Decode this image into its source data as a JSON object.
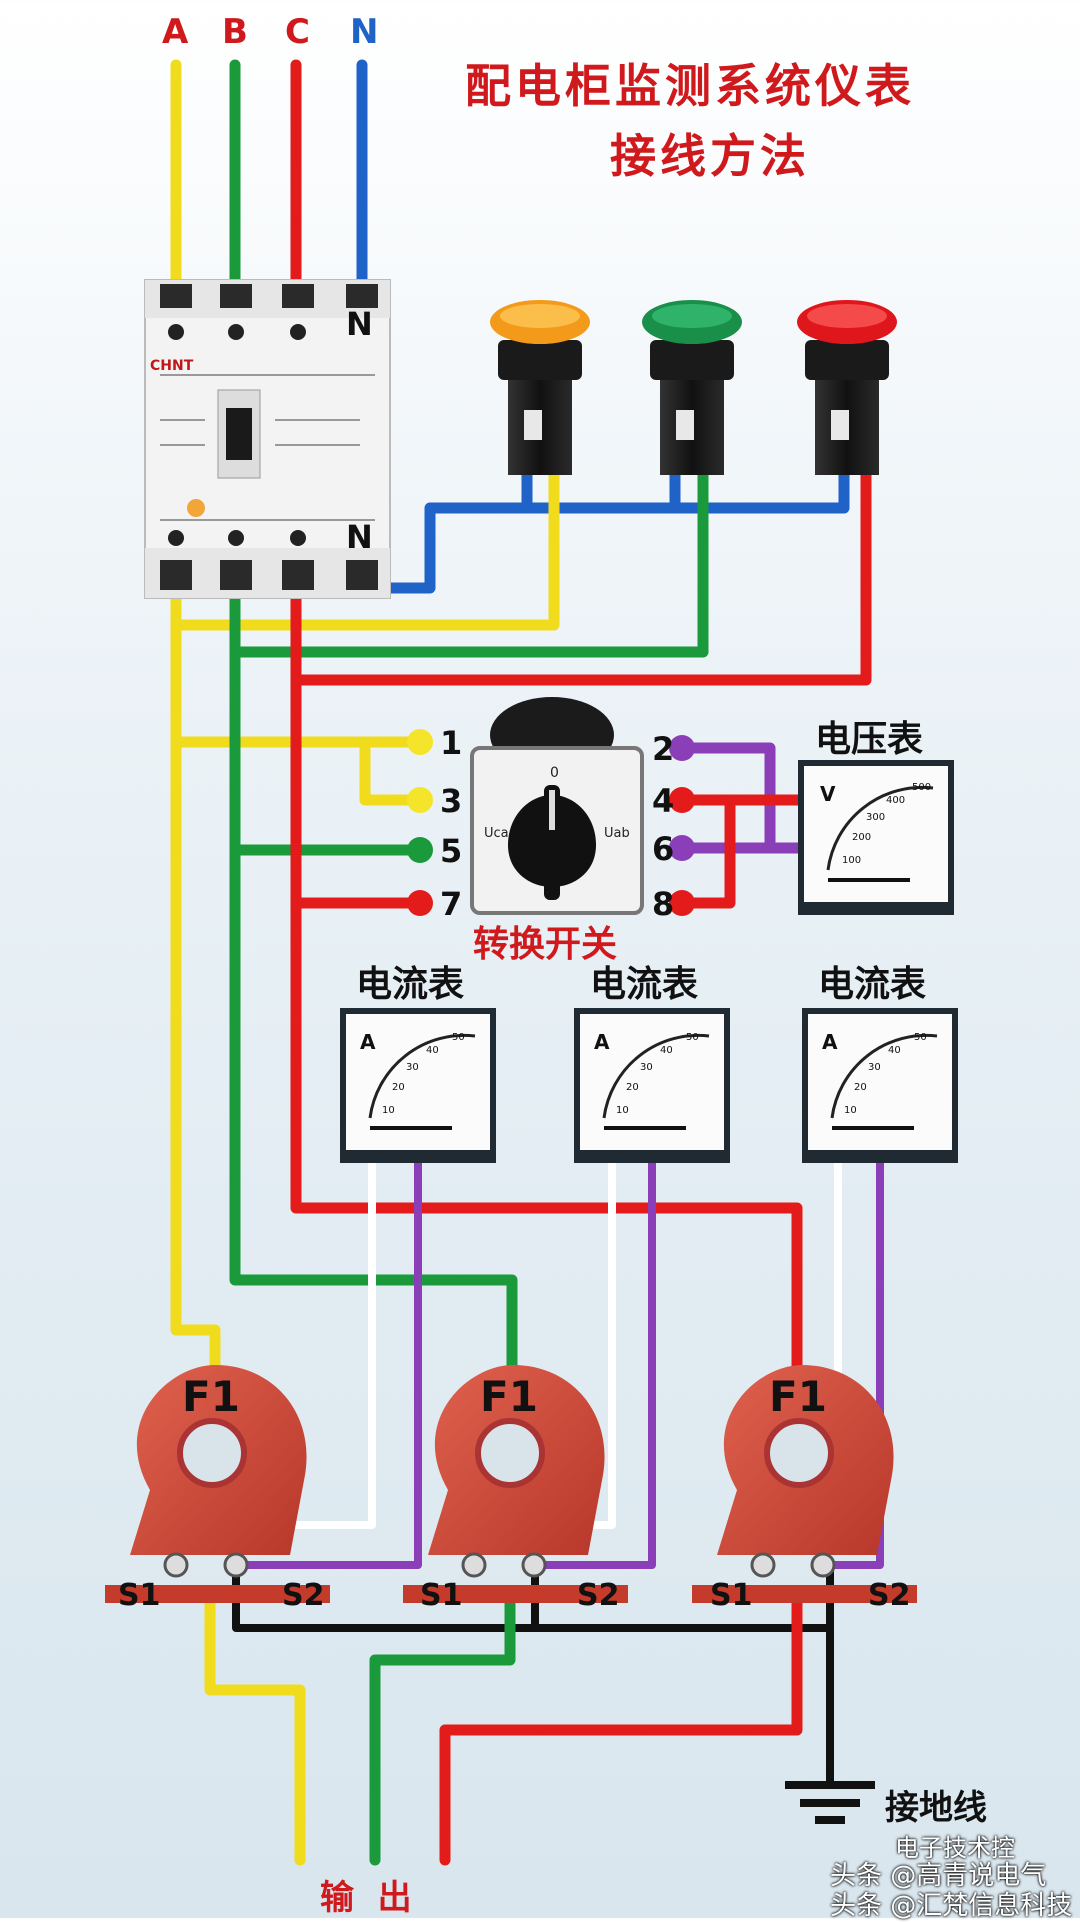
{
  "title": {
    "line1": "配电柜监测系统仪表",
    "line2": "接线方法"
  },
  "phases": [
    {
      "label": "A",
      "color": "#f5e52a"
    },
    {
      "label": "B",
      "color": "#1a9a3b"
    },
    {
      "label": "C",
      "color": "#e31b1b"
    },
    {
      "label": "N",
      "color": "#1f63c9"
    }
  ],
  "breaker": {
    "brand": "CHNT",
    "neutral_top": "N",
    "neutral_bottom": "N"
  },
  "indicator_lamps": [
    {
      "color": "#f49a1a"
    },
    {
      "color": "#1a8f4a"
    },
    {
      "color": "#e0161d"
    }
  ],
  "switch": {
    "label": "转换开关",
    "position_zero": "0",
    "left_mark": "Uca",
    "right_mark": "Uab",
    "left_terminals": [
      "1",
      "3",
      "5",
      "7"
    ],
    "right_terminals": [
      "2",
      "4",
      "6",
      "8"
    ]
  },
  "voltmeter": {
    "label": "电压表",
    "unit": "V",
    "scale": [
      "100",
      "200",
      "300",
      "400",
      "500"
    ]
  },
  "ammeters": [
    {
      "label": "电流表",
      "unit": "A",
      "scale": [
        "10",
        "20",
        "30",
        "40",
        "50"
      ]
    },
    {
      "label": "电流表",
      "unit": "A",
      "scale": [
        "10",
        "20",
        "30",
        "40",
        "50"
      ]
    },
    {
      "label": "电流表",
      "unit": "A",
      "scale": [
        "10",
        "20",
        "30",
        "40",
        "50"
      ]
    }
  ],
  "current_transformers": [
    {
      "label": "F1",
      "s1": "S1",
      "s2": "S2"
    },
    {
      "label": "F1",
      "s1": "S1",
      "s2": "S2"
    },
    {
      "label": "F1",
      "s1": "S1",
      "s2": "S2"
    }
  ],
  "ground_label": "接地线",
  "output_label": "输  出",
  "watermark": {
    "line1": "头条 @高青说电气",
    "line2": "头条 @汇梵信息科技",
    "badge": "电子技术控"
  }
}
